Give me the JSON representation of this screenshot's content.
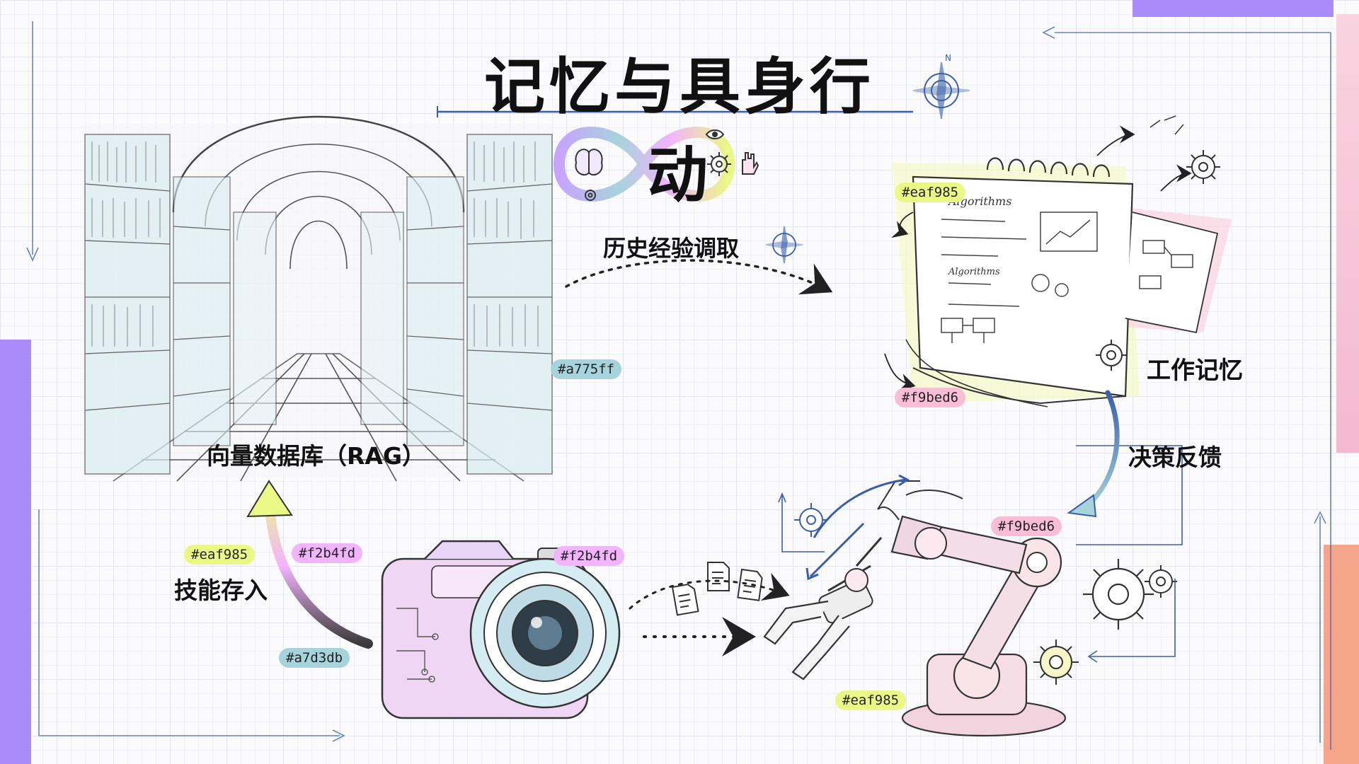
{
  "title": "记忆与具身行动",
  "nodes": {
    "vector_db": {
      "label": "向量数据库（RAG）"
    },
    "working_memory": {
      "label": "工作记忆"
    }
  },
  "edges": {
    "history_retrieval": {
      "label": "历史经验调取"
    },
    "decision_feedback": {
      "label": "决策反馈"
    },
    "skill_storage": {
      "label": "技能存入"
    }
  },
  "color_tags": [
    {
      "id": "tag-a775ff",
      "text": "#a775ff",
      "color": "#a7d3db"
    },
    {
      "id": "tag-eaf985-notebook",
      "text": "#eaf985",
      "color": "#eaf985"
    },
    {
      "id": "tag-f9bed6-notebook",
      "text": "#f9bed6",
      "color": "#f9bed6"
    },
    {
      "id": "tag-eaf985-skill",
      "text": "#eaf985",
      "color": "#eaf985"
    },
    {
      "id": "tag-f2b4fd-skill",
      "text": "#f2b4fd",
      "color": "#f2b4fd"
    },
    {
      "id": "tag-a7d3db-skill",
      "text": "#a7d3db",
      "color": "#a7d3db"
    },
    {
      "id": "tag-f2b4fd-camera",
      "text": "#f2b4fd",
      "color": "#f2b4fd"
    },
    {
      "id": "tag-f9bed6-robot",
      "text": "#f9bed6",
      "color": "#f9bed6"
    },
    {
      "id": "tag-eaf985-robot",
      "text": "#eaf985",
      "color": "#eaf985"
    }
  ],
  "notebook_text": {
    "heading": "Algorithms",
    "heading2": "Algorithms"
  },
  "colors": {
    "purple": "#a775ff",
    "yellow": "#eaf985",
    "pink": "#f9bed6",
    "teal": "#a7d3db",
    "magenta": "#f2b4fd",
    "coral": "#f7a58a",
    "ink": "#111111",
    "blueprint": "#3a5fa8"
  },
  "icons": [
    "compass-icon",
    "infinity-loop-icon",
    "brain-icon",
    "gear-icon",
    "hand-icon",
    "eye-icon",
    "document-icon",
    "library-illustration",
    "notebook-illustration",
    "camera-illustration",
    "robot-arm-illustration"
  ]
}
